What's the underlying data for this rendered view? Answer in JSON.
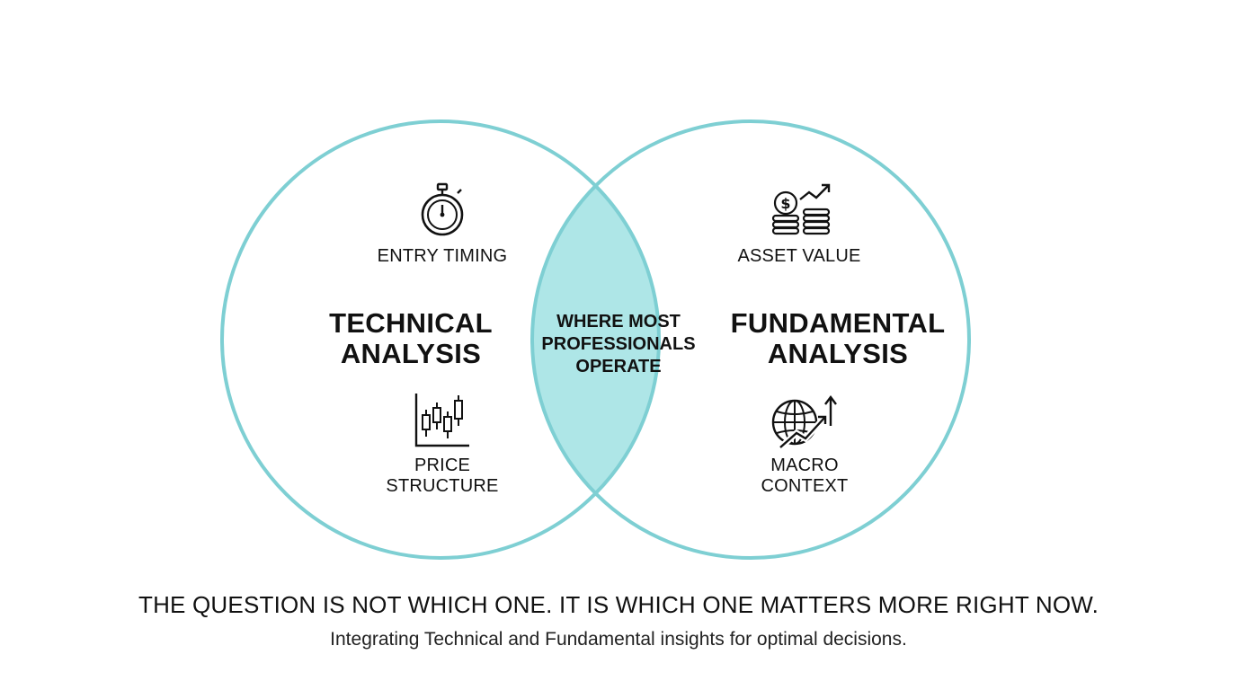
{
  "colors": {
    "circle_stroke": "#7ECFD3",
    "intersection_fill": "#AEE6E7",
    "text": "#111111"
  },
  "left_set": {
    "title_line1": "TECHNICAL",
    "title_line2": "ANALYSIS",
    "items": [
      {
        "label_line1": "ENTRY TIMING",
        "label_line2": "",
        "icon": "stopwatch-icon"
      },
      {
        "label_line1": "PRICE",
        "label_line2": "STRUCTURE",
        "icon": "candlestick-chart-icon"
      }
    ]
  },
  "intersection": {
    "line1": "WHERE MOST",
    "line2": "PROFESSIONALS",
    "line3": "OPERATE"
  },
  "right_set": {
    "title_line1": "FUNDAMENTAL",
    "title_line2": "ANALYSIS",
    "items": [
      {
        "label_line1": "ASSET VALUE",
        "label_line2": "",
        "icon": "coins-growth-icon"
      },
      {
        "label_line1": "MACRO",
        "label_line2": "CONTEXT",
        "icon": "globe-growth-icon"
      }
    ]
  },
  "footer": {
    "headline": "THE QUESTION IS NOT WHICH ONE. IT IS WHICH ONE MATTERS MORE RIGHT NOW.",
    "subline": "Integrating Technical and Fundamental insights for optimal decisions."
  }
}
